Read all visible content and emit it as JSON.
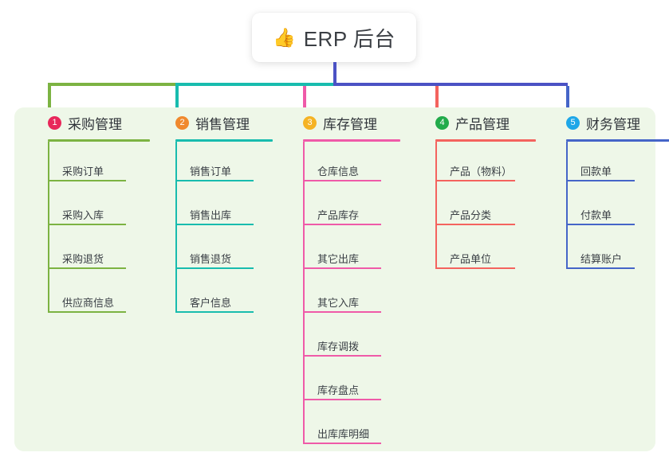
{
  "root": {
    "icon": "thumbs-up-emoji",
    "emoji": "👍",
    "title": "ERP 后台"
  },
  "theme": {
    "panel_bg": "#eef7e8",
    "page_bg": "#ffffff",
    "trunk_color": "#4b52c4",
    "text_color": "#3a3f45"
  },
  "columns": [
    {
      "number": "1",
      "title": "采购管理",
      "badge_color": "#e8275a",
      "line_color": "#7cb342",
      "connector_color": "#7cb342",
      "items": [
        "采购订单",
        "采购入库",
        "采购退货",
        "供应商信息"
      ]
    },
    {
      "number": "2",
      "title": "销售管理",
      "badge_color": "#f0892e",
      "line_color": "#18bcae",
      "connector_color": "#18bcae",
      "items": [
        "销售订单",
        "销售出库",
        "销售退货",
        "客户信息"
      ]
    },
    {
      "number": "3",
      "title": "库存管理",
      "badge_color": "#f5b324",
      "line_color": "#ef5aa8",
      "connector_color": "#ef5aa8",
      "items": [
        "仓库信息",
        "产品库存",
        "其它出库",
        "其它入库",
        "库存调拨",
        "库存盘点",
        "出库库明细"
      ]
    },
    {
      "number": "4",
      "title": "产品管理",
      "badge_color": "#22ab4b",
      "line_color": "#f4635e",
      "connector_color": "#f4635e",
      "items": [
        "产品（物料）",
        "产品分类",
        "产品单位"
      ]
    },
    {
      "number": "5",
      "title": "财务管理",
      "badge_color": "#1ea7e8",
      "line_color": "#4565c8",
      "connector_color": "#4565c8",
      "items": [
        "回款单",
        "付款单",
        "结算账户"
      ]
    }
  ]
}
